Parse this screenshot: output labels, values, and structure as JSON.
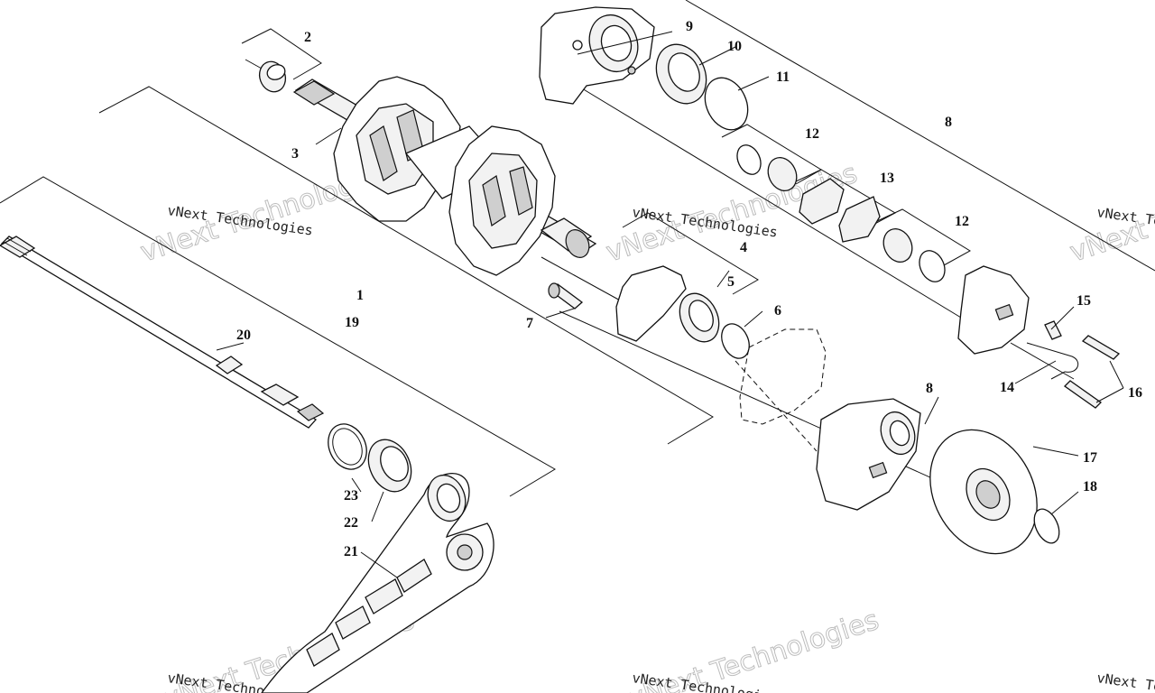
{
  "watermark": {
    "line1": "vNext Technologies",
    "big_text": "vNext Technologies"
  },
  "callouts": {
    "c1": "1",
    "c2": "2",
    "c3": "3",
    "c4": "4",
    "c5": "5",
    "c6": "6",
    "c7": "7",
    "c8a": "8",
    "c8b": "8",
    "c9": "9",
    "c10": "10",
    "c11": "11",
    "c12a": "12",
    "c12b": "12",
    "c13": "13",
    "c14": "14",
    "c15": "15",
    "c16": "16",
    "c17": "17",
    "c18": "18",
    "c19": "19",
    "c20": "20",
    "c21": "21",
    "c22": "22",
    "c23": "23"
  }
}
